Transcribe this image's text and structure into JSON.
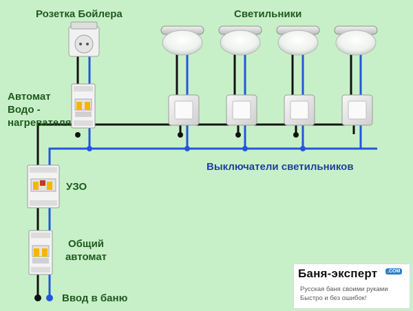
{
  "labels": {
    "boiler_socket": "Розетка Бойлера",
    "lamps": "Светильники",
    "heater_breaker": [
      "Автомат",
      "Водо -",
      "нагревателя"
    ],
    "rcd": "УЗО",
    "main_breaker": [
      "Общий",
      "автомат"
    ],
    "lamp_switches": "Выключатели  светильников",
    "input": "Ввод в баню"
  },
  "brand": {
    "title": "Баня-эксперт",
    "badge": ".COM",
    "line1": "Русская баня своими руками",
    "line2": "Быстро и без ошибок!"
  },
  "colors": {
    "background": "#c8f0c8",
    "phase_wire": "#111111",
    "neutral_wire": "#2255dd",
    "label_green": "#1f5a1f",
    "label_blue": "#1f3f9a"
  }
}
